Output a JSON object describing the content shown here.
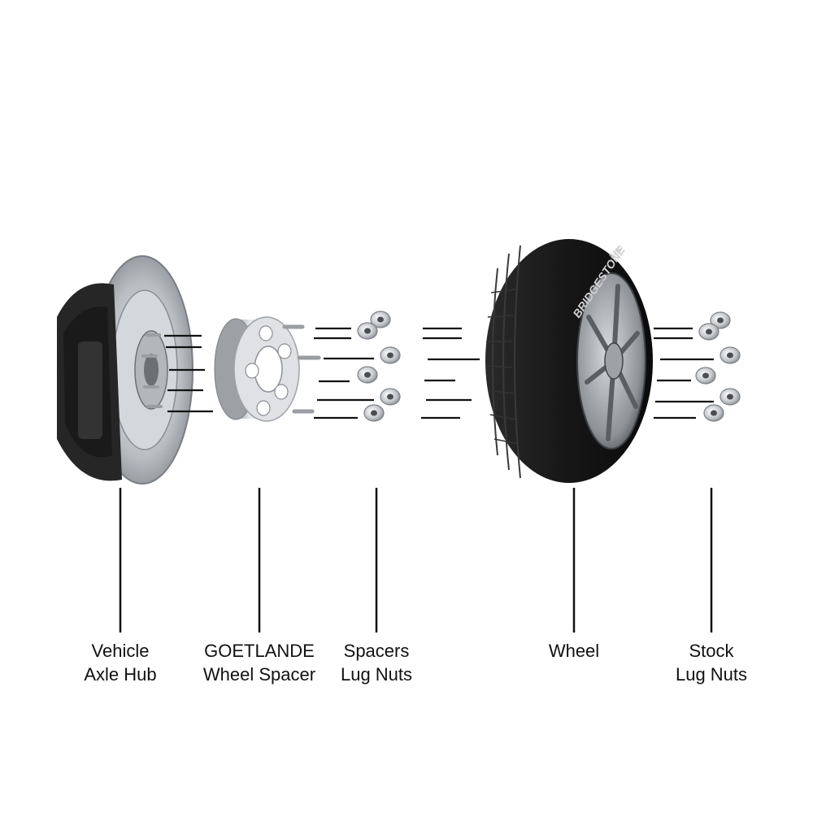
{
  "components": [
    {
      "id": "axle-hub",
      "lines": [
        "Vehicle",
        "Axle Hub"
      ]
    },
    {
      "id": "wheel-spacer",
      "lines": [
        "GOETLANDE",
        "Wheel Spacer"
      ]
    },
    {
      "id": "spacer-lug-nuts",
      "lines": [
        "Spacers",
        "Lug Nuts"
      ]
    },
    {
      "id": "wheel",
      "lines": [
        "Wheel"
      ]
    },
    {
      "id": "stock-lug-nuts",
      "lines": [
        "Stock",
        "Lug Nuts"
      ]
    }
  ],
  "tire_brand_text": "BRIDGESTONE",
  "tire_model_text": "B250",
  "colors": {
    "line": "#111111",
    "rubber": "#1b1b1b",
    "metal": "#c9ccd0",
    "caliper": "#262626"
  }
}
